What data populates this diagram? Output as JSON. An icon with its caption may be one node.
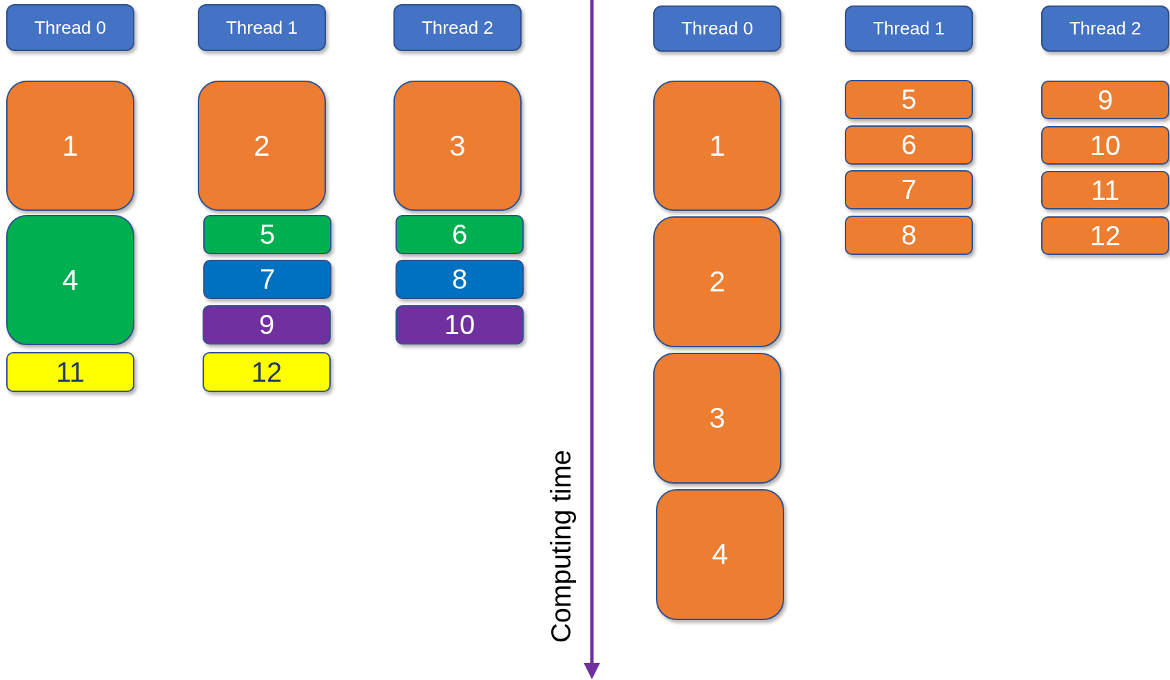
{
  "diagram": {
    "nodes": [
      {
        "text": [
          "Thread 0"
        ]
      },
      {
        "text": [
          "Thread 1"
        ]
      },
      {
        "text": [
          "Thread 2"
        ]
      },
      {
        "text": [
          "1"
        ]
      },
      {
        "text": [
          "2"
        ]
      },
      {
        "text": [
          "3"
        ]
      },
      {
        "text": [
          "4"
        ]
      },
      {
        "text": [
          "5"
        ]
      },
      {
        "text": [
          "6"
        ]
      },
      {
        "text": [
          "7"
        ]
      },
      {
        "text": [
          "8"
        ]
      },
      {
        "text": [
          "9"
        ]
      },
      {
        "text": [
          "10"
        ]
      },
      {
        "text": [
          "11"
        ]
      },
      {
        "text": [
          "12"
        ]
      },
      {
        "text": [
          "Thread 0"
        ]
      },
      {
        "text": [
          "Thread 1"
        ]
      },
      {
        "text": [
          "Thread 2"
        ]
      },
      {
        "text": [
          "1"
        ]
      },
      {
        "text": [
          "2"
        ]
      },
      {
        "text": [
          "3"
        ]
      },
      {
        "text": [
          "4"
        ]
      },
      {
        "text": [
          "5"
        ]
      },
      {
        "text": [
          "6"
        ]
      },
      {
        "text": [
          "7"
        ]
      },
      {
        "text": [
          "8"
        ]
      },
      {
        "text": [
          "9"
        ]
      },
      {
        "text": [
          "10"
        ]
      },
      {
        "text": [
          "11"
        ]
      },
      {
        "text": [
          "12"
        ]
      }
    ],
    "edges": [],
    "labels": [
      "Computing time"
    ]
  }
}
